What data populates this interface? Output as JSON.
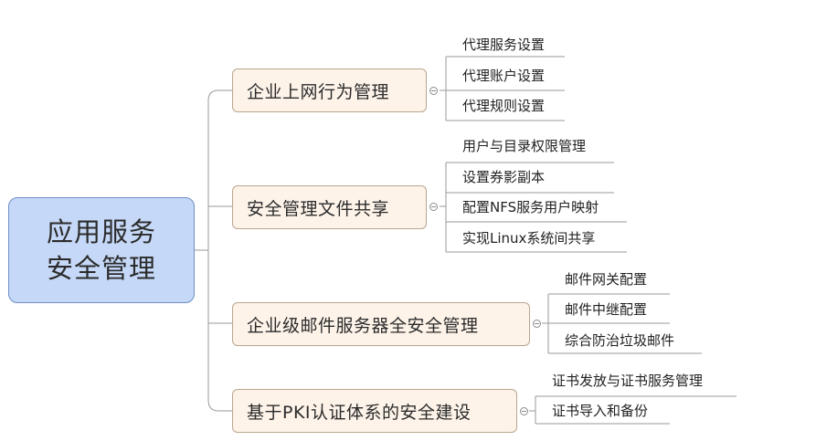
{
  "root": {
    "line1": "应用服务",
    "line2": "安全管理"
  },
  "branches": [
    {
      "label": "企业上网行为管理",
      "children": [
        "代理服务设置",
        "代理账户设置",
        "代理规则设置"
      ]
    },
    {
      "label": "安全管理文件共享",
      "children": [
        "用户与目录权限管理",
        "设置券影副本",
        "配置NFS服务用户映射",
        "实现Linux系统间共享"
      ]
    },
    {
      "label": "企业级邮件服务器全安全管理",
      "children": [
        "邮件网关配置",
        "邮件中继配置",
        "综合防治垃圾邮件"
      ]
    },
    {
      "label": "基于PKI认证体系的安全建设",
      "children": [
        "证书发放与证书服务管理",
        "证书导入和备份"
      ]
    }
  ],
  "colors": {
    "root_fill": "#c5d8f7",
    "root_border": "#6f8fc4",
    "branch_fill": "#fdf3e9",
    "branch_border": "#b9a690",
    "line": "#9a9a9a"
  }
}
